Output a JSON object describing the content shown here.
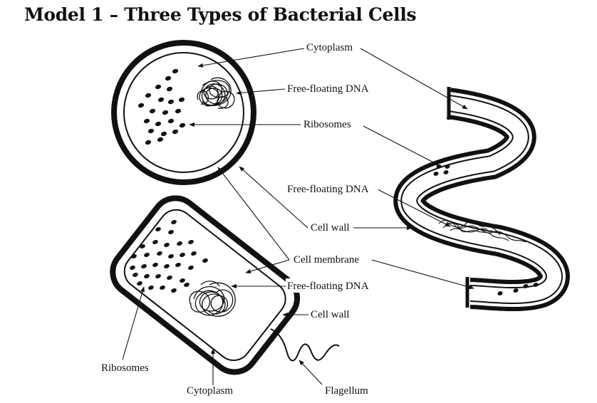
{
  "title": "Model 1 – Three Types of Bacterial Cells",
  "labels": {
    "cytoplasm": "Cytoplasm",
    "free_floating_dna": "Free-floating DNA",
    "ribosomes": "Ribosomes",
    "cell_wall": "Cell wall",
    "cell_membrane": "Cell membrane",
    "flagellum": "Flagellum"
  },
  "cells": [
    {
      "shape": "sphere (coccus)",
      "parts": [
        "Cytoplasm",
        "Free-floating DNA",
        "Ribosomes",
        "Cell wall",
        "Cell membrane"
      ]
    },
    {
      "shape": "rod (bacillus)",
      "parts": [
        "Ribosomes",
        "Cell membrane",
        "Free-floating DNA",
        "Cell wall",
        "Cytoplasm",
        "Flagellum"
      ]
    },
    {
      "shape": "spiral (spirillum)",
      "parts": [
        "Cytoplasm",
        "Ribosomes",
        "Free-floating DNA",
        "Cell wall",
        "Cell membrane"
      ]
    }
  ],
  "colors": {
    "ink": "#111111",
    "background": "#ffffff"
  }
}
